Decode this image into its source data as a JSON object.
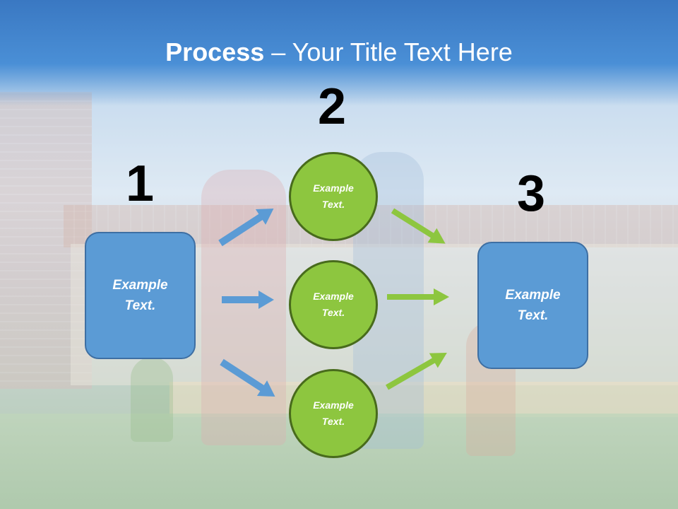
{
  "title": {
    "strong": "Process",
    "rest": " – Your Title Text Here"
  },
  "steps": {
    "one": "1",
    "two": "2",
    "three": "3"
  },
  "left_box": {
    "text": "Example Text."
  },
  "right_box": {
    "text": "Example Text."
  },
  "circles": [
    {
      "text": "Example Text."
    },
    {
      "text": "Example Text."
    },
    {
      "text": "Example Text."
    }
  ],
  "colors": {
    "title_bar": "#3a78c2",
    "box": "#5b9bd5",
    "box_border": "#3e6fa3",
    "circle": "#8dc63f",
    "circle_border": "#486b1c",
    "arrow_blue": "#5b9bd5",
    "arrow_green": "#8dc63f"
  }
}
